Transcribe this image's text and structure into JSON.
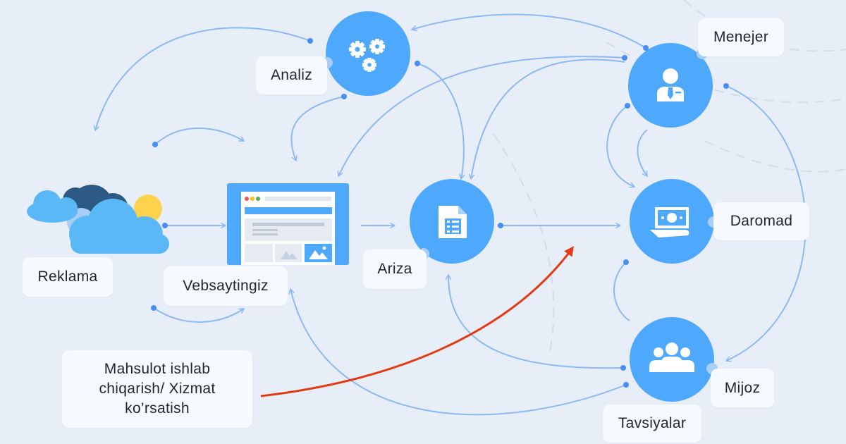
{
  "colors": {
    "background": "#e8eef8",
    "node_fill": "#4ea8fb",
    "connector": "#8db9f3",
    "connector_dot": "#4a8df0",
    "highlight_arrow": "#e23b12",
    "label_bg": "#f6f9fd",
    "text": "#1f2633"
  },
  "nodes": {
    "reklama": {
      "label": "Reklama",
      "icon": "clouds-sun-icon"
    },
    "websayt": {
      "label": "Vebsaytingiz",
      "icon": "browser-window-icon"
    },
    "analiz": {
      "label": "Analiz",
      "icon": "gears-icon"
    },
    "ariza": {
      "label": "Ariza",
      "icon": "document-form-icon"
    },
    "menejer": {
      "label": "Menejer",
      "icon": "manager-person-icon"
    },
    "daromad": {
      "label": "Daromad",
      "icon": "money-hand-icon"
    },
    "mijoz": {
      "label": "Mijoz",
      "icon": "customers-group-icon"
    },
    "tavsiyalar": {
      "label": "Tavsiyalar"
    }
  },
  "product": {
    "lines": [
      "Mahsulot ishlab",
      "chiqarish/ Xizmat",
      "ko’rsatish"
    ]
  }
}
